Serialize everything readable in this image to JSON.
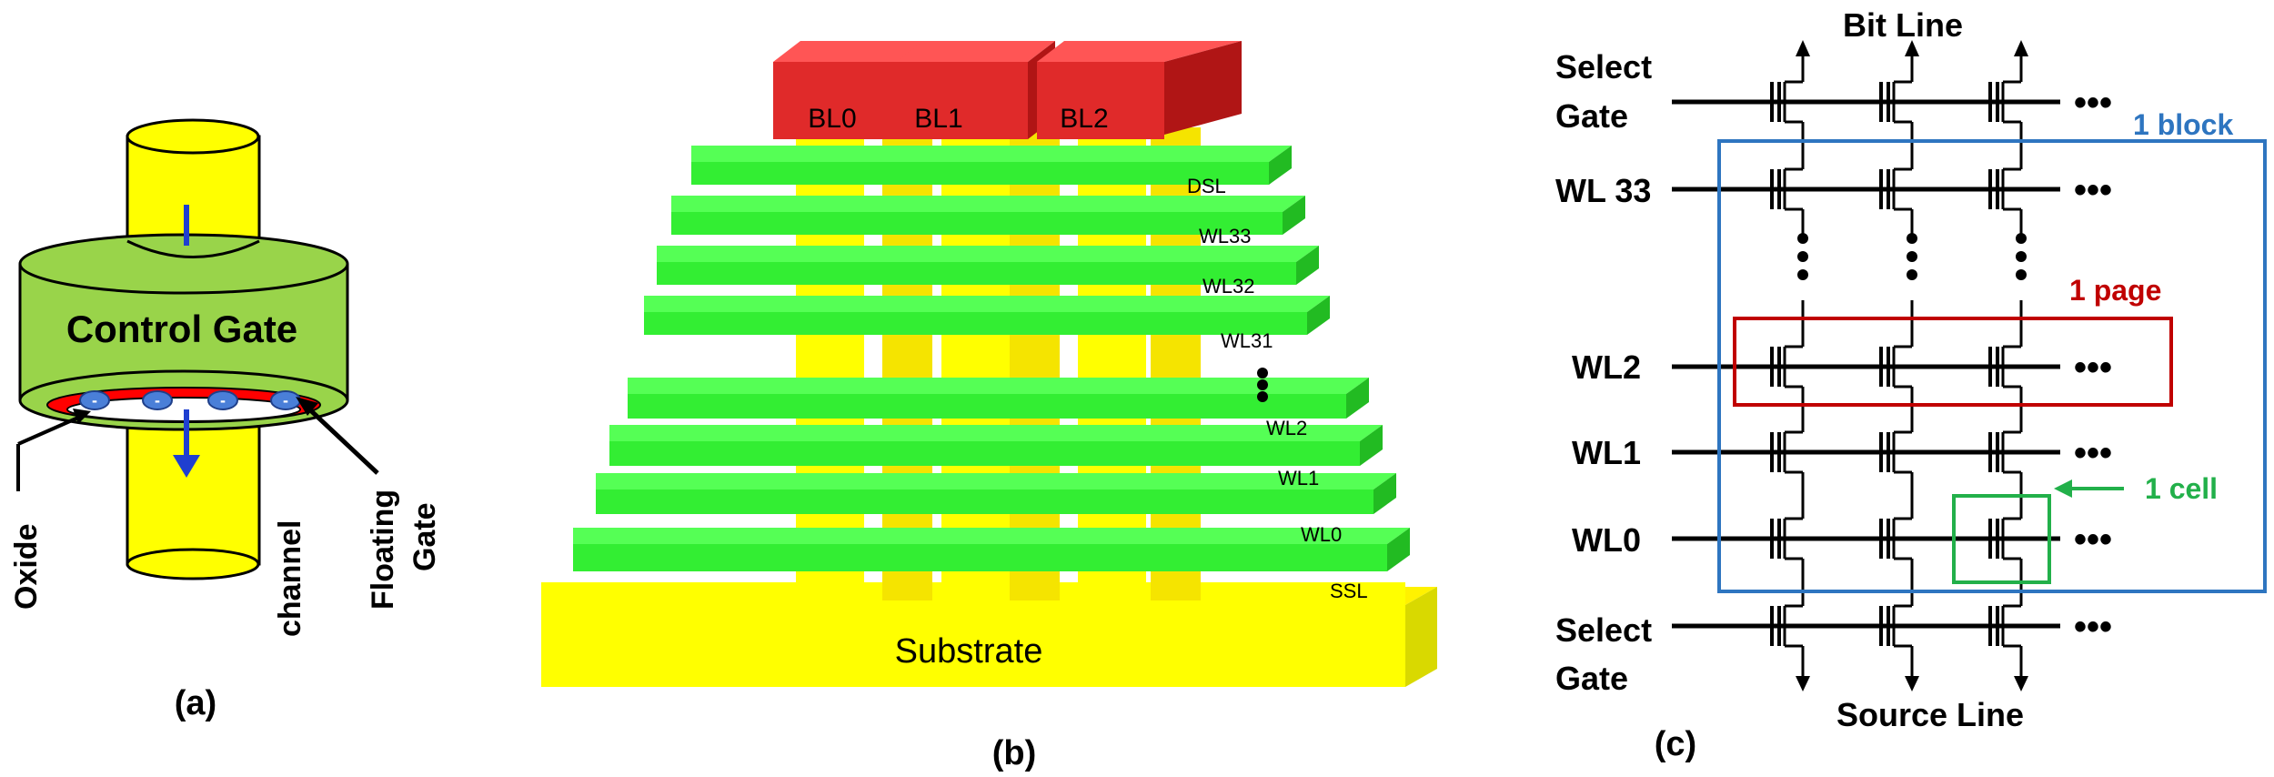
{
  "panel_a": {
    "caption": "(a)",
    "control_gate": "Control Gate",
    "oxide": "Oxide",
    "channel": "channel",
    "floating_gate_1": "Floating",
    "floating_gate_2": "Gate",
    "charge_symbol": "-"
  },
  "panel_b": {
    "caption": "(b)",
    "bit_lines": [
      "BL0",
      "BL1",
      "BL2"
    ],
    "layers": [
      "DSL",
      "WL33",
      "WL32",
      "WL31",
      "WL2",
      "WL1",
      "WL0",
      "SSL"
    ],
    "substrate": "Substrate"
  },
  "panel_c": {
    "caption": "(c)",
    "bit_line": "Bit Line",
    "source_line": "Source Line",
    "select_gate_top_1": "Select",
    "select_gate_top_2": "Gate",
    "select_gate_bottom_1": "Select",
    "select_gate_bottom_2": "Gate",
    "wl33": "WL 33",
    "wl2": "WL2",
    "wl1": "WL1",
    "wl0": "WL0",
    "ellipsis": "•••",
    "block_label": "1 block",
    "page_label": "1 page",
    "cell_label": "1 cell"
  },
  "colors": {
    "yellow": "#ffff00",
    "green": "#33ee33",
    "red": "#dd2a2a",
    "gate_green": "#99d44a",
    "block_blue": "#2e75c0",
    "page_red": "#c00000",
    "cell_green": "#22b04a"
  }
}
